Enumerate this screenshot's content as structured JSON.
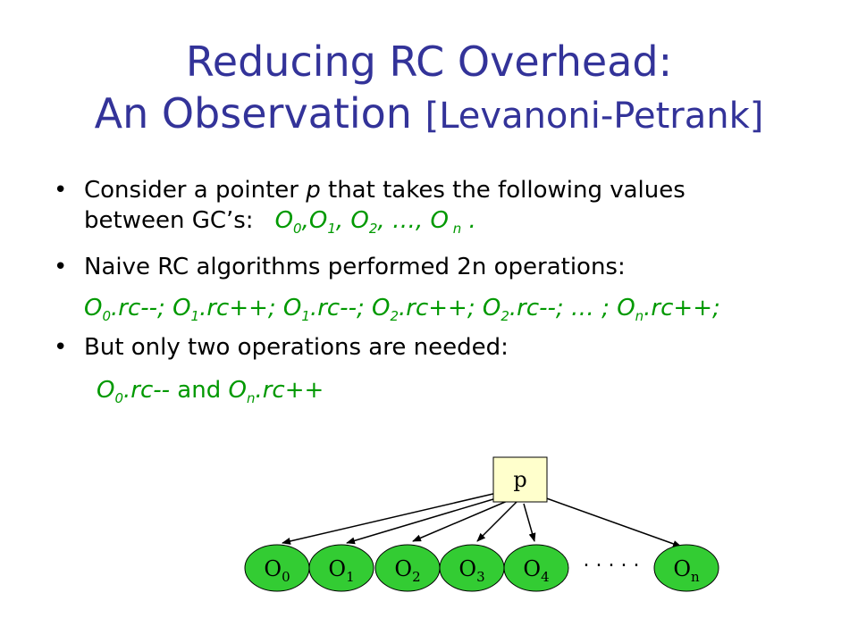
{
  "slide": {
    "title_line1": "Reducing RC Overhead:",
    "title_line2_main": "An Observation ",
    "title_line2_bracket": "[Levanoni-Petrank]",
    "bullets": [
      {
        "line1": "Consider a pointer ",
        "var": "p",
        "line1_rest": " that takes the following values",
        "line2": "between GC’s:",
        "values": [
          {
            "base": "O",
            "sub": "0",
            "sep": ","
          },
          {
            "base": "O",
            "sub": "1",
            "sep": ", "
          },
          {
            "base": "O",
            "sub": "2",
            "sep": ", …, "
          },
          {
            "base": "O",
            "sub": " n",
            "sep": " ."
          }
        ]
      },
      {
        "text": "Naive RC algorithms performed 2n operations:"
      },
      {
        "text": "But only two operations are needed:"
      }
    ],
    "naive_ops": [
      {
        "base": "O",
        "sub": "0",
        "rest": ".rc--; "
      },
      {
        "base": "O",
        "sub": "1",
        "rest": ".rc++; "
      },
      {
        "base": "O",
        "sub": "1",
        "rest": ".rc--; "
      },
      {
        "base": "O",
        "sub": "2",
        "rest": ".rc++; "
      },
      {
        "base": "O",
        "sub": "2",
        "rest": ".rc--; … ; "
      },
      {
        "base": "O",
        "sub": "n",
        "rest": ".rc++;"
      }
    ],
    "needed_ops": {
      "first": {
        "base": "O",
        "sub": "0",
        "rest": ".rc--"
      },
      "and": " and ",
      "second": {
        "base": "O",
        "sub": "n",
        "rest": ".rc++"
      }
    },
    "bullet_char": "•"
  },
  "diagram": {
    "pointer_label": "p",
    "nodes": [
      {
        "base": "O",
        "sub": "0"
      },
      {
        "base": "O",
        "sub": "1"
      },
      {
        "base": "O",
        "sub": "2"
      },
      {
        "base": "O",
        "sub": "3"
      },
      {
        "base": "O",
        "sub": "4"
      },
      {
        "base": "O",
        "sub": "n"
      }
    ],
    "ellipsis": ". . . . .",
    "colors": {
      "fill": "#33cc33",
      "box": "#ffffcc",
      "stroke": "#000000",
      "title": "#333399",
      "accent": "#009900"
    }
  }
}
